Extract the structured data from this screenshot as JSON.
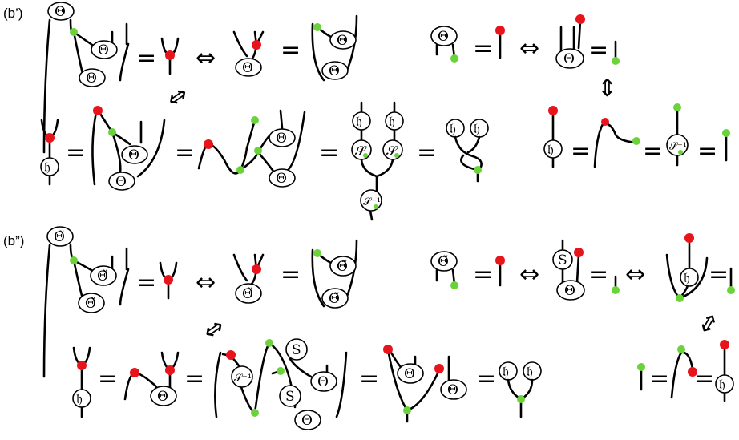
{
  "labels": {
    "row_b1": "(b’)",
    "row_b2": "(b”)"
  },
  "operators": {
    "eq": "=",
    "iff": "⇔",
    "iff_diag": "⇔",
    "iff_vert": "⇕"
  },
  "glyphs": {
    "theta": "Θ",
    "theta_tilde": "Θ̃",
    "h": "𝔥",
    "S": "S",
    "S_script": "𝒮",
    "S_inv": "𝒮⁻¹",
    "S_inv_sup": "−1"
  },
  "colors": {
    "red_dot": "#e8141c",
    "green_dot": "#6bd33a"
  }
}
